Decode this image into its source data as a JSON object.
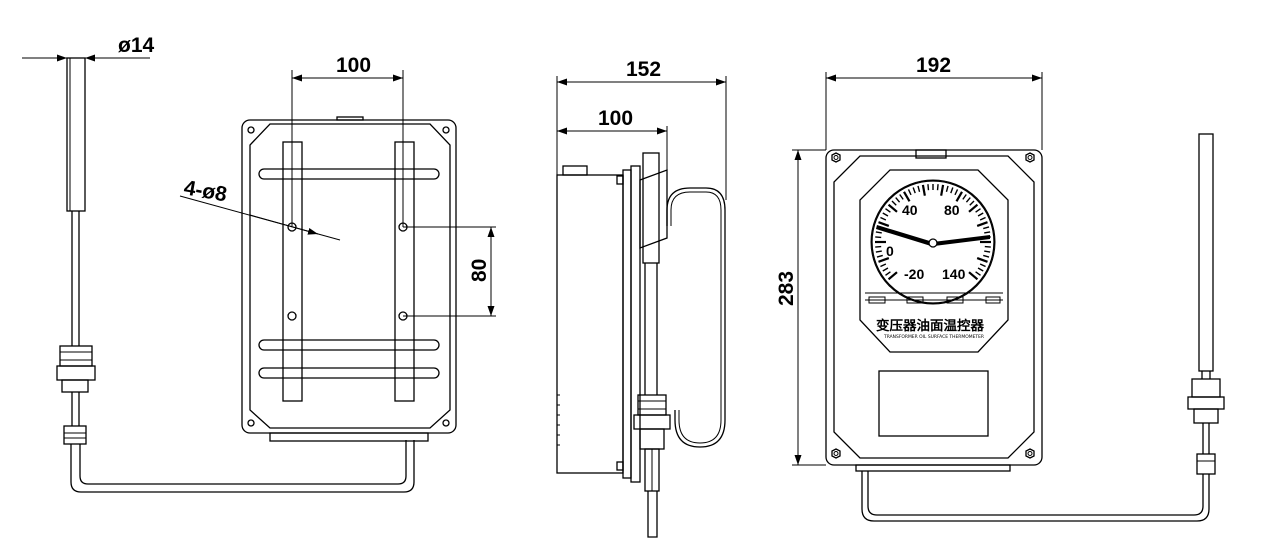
{
  "dimensions": {
    "probe_diameter": "ø14",
    "mount_spacing_width": "100",
    "mount_holes": "4-ø8",
    "mount_spacing_height": "80",
    "side_depth_total": "152",
    "side_depth_partial": "100",
    "front_width": "192",
    "front_height": "283"
  },
  "dial": {
    "scale_labels": [
      "40",
      "80",
      "0",
      "-20",
      "140"
    ]
  },
  "nameplate": {
    "title": "变压器油面温控器",
    "subtitle": "TRANSFORMER OIL SURFACE THERMOMETER"
  }
}
